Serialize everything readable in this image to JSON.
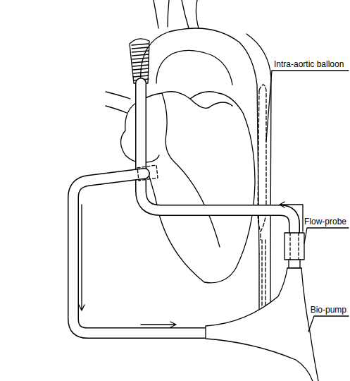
{
  "diagram": {
    "labels": [
      "Intra-aortic balloon",
      "Flow-probe",
      "Bio-pump"
    ]
  }
}
